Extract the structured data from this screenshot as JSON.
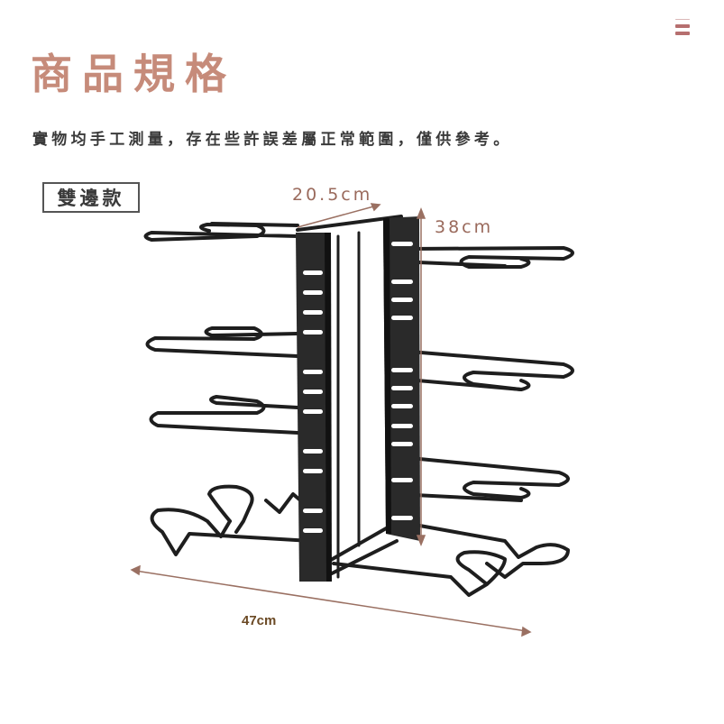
{
  "header": {
    "title": "商品規格",
    "menu_icon": "hamburger-menu-icon"
  },
  "notice": "實物均手工測量，存在些許誤差屬正常範圍，僅供參考。",
  "variant_label": "雙邊款",
  "product": {
    "name": "pot-lid-rack",
    "dimensions": {
      "width": "20.5cm",
      "height": "38cm",
      "length": "47cm"
    }
  },
  "colors": {
    "title": "#c68b7a",
    "text": "#3a3a3a",
    "dimension_line": "#9a7062",
    "rack": "#1e1e1e",
    "accent_menu": "#b66f6f"
  }
}
